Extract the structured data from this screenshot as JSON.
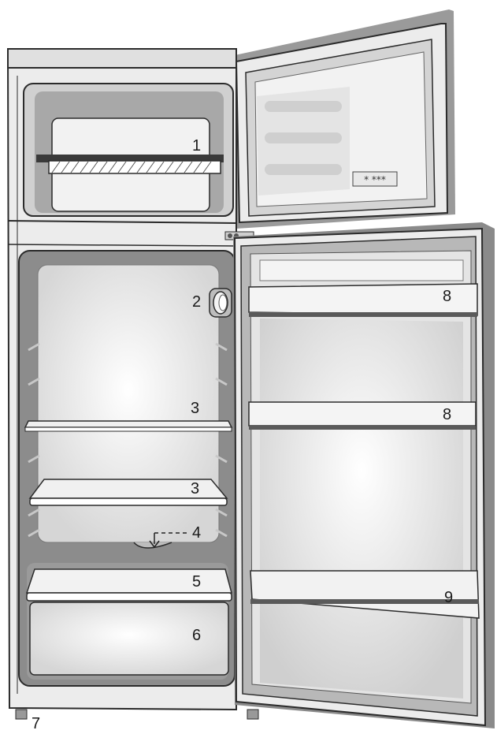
{
  "labels": {
    "freezer_shelf": "1",
    "thermostat": "2",
    "glass_shelf_upper": "3",
    "glass_shelf_lower": "3",
    "drain_hole": "4",
    "crisper_cover": "5",
    "crisper_drawer": "6",
    "adjustable_feet": "7",
    "door_shelf_upper": "8",
    "door_shelf_middle": "8",
    "bottle_shelf": "9"
  },
  "freezer_door_symbol": "* ***",
  "colors": {
    "outline": "#2b2b2b",
    "cabinet": "#ececec",
    "liner": "#d9d9d9",
    "shadow": "#8c8c8c",
    "interior": "#f4f4f4",
    "glass": "#f0f0f0"
  }
}
